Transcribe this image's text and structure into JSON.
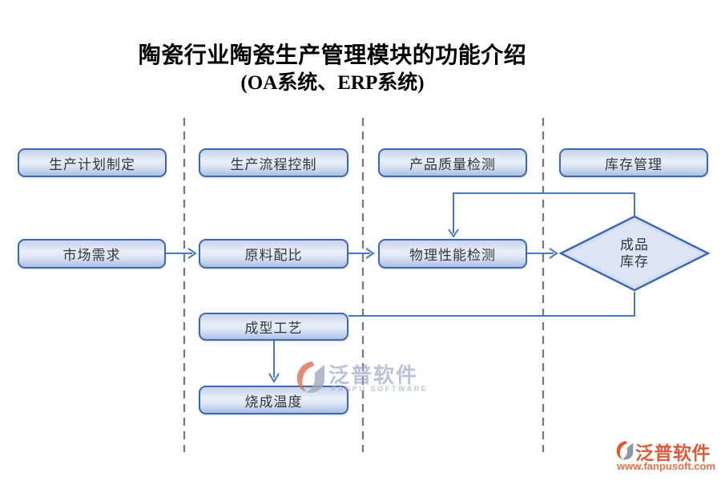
{
  "title": {
    "line1": "陶瓷行业陶瓷生产管理模块的功能介绍",
    "line2": "(OA系统、ERP系统)"
  },
  "lanes": [
    {
      "header": "生产计划制定"
    },
    {
      "header": "生产流程控制"
    },
    {
      "header": "产品质量检测"
    },
    {
      "header": "库存管理"
    }
  ],
  "nodes": {
    "market_demand": "市场需求",
    "raw_material_ratio": "原料配比",
    "physical_property_test": "物理性能检测",
    "finished_goods_inventory": "成品\n库存",
    "forming_process": "成型工艺",
    "firing_temperature": "烧成温度"
  },
  "edges": [
    {
      "from": "市场需求",
      "to": "原料配比",
      "arrow": true
    },
    {
      "from": "原料配比",
      "to": "物理性能检测",
      "arrow": true
    },
    {
      "from": "物理性能检测",
      "to": "成品库存",
      "arrow": true
    },
    {
      "from": "成品库存",
      "to": "物理性能检测",
      "arrow": true
    },
    {
      "from": "成型工艺",
      "to": "烧成温度",
      "arrow": true
    },
    {
      "from": "成型工艺",
      "to": "成品库存",
      "arrow": false
    }
  ],
  "watermarks": {
    "center": {
      "brand": "泛普软件",
      "subtitle": "FANPU SOFTWARE"
    },
    "corner": {
      "brand": "泛普软件",
      "url": "www.fanpusoft.com"
    }
  },
  "colors": {
    "node_border": "#3e68b2",
    "connector": "#4a78c4",
    "lane_divider": "#7a7a7a",
    "brand_red": "#df5b38",
    "brand_url_orange": "#e4724d"
  }
}
